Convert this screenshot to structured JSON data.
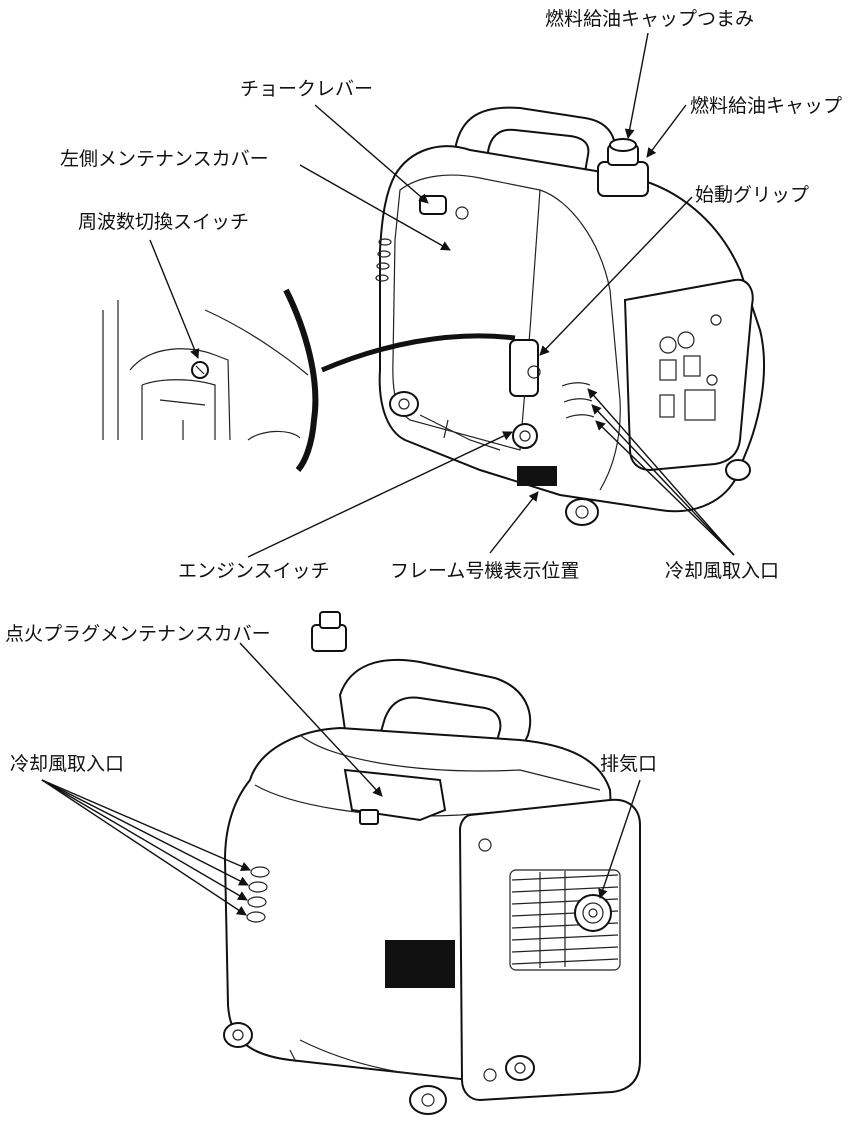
{
  "top_labels": {
    "fuel_cap_knob": "燃料給油キャップつまみ",
    "fuel_cap": "燃料給油キャップ",
    "choke_lever": "チョークレバー",
    "left_maintenance_cover": "左側メンテナンスカバー",
    "frequency_switch": "周波数切換スイッチ",
    "starter_grip": "始動グリップ",
    "engine_switch": "エンジンスイッチ",
    "frame_number_location": "フレーム号機表示位置",
    "cooling_air_intake": "冷却風取入口"
  },
  "bottom_labels": {
    "spark_plug_cover": "点火プラグメンテナンスカバー",
    "cooling_air_intake": "冷却風取入口",
    "exhaust_port": "排気口"
  }
}
